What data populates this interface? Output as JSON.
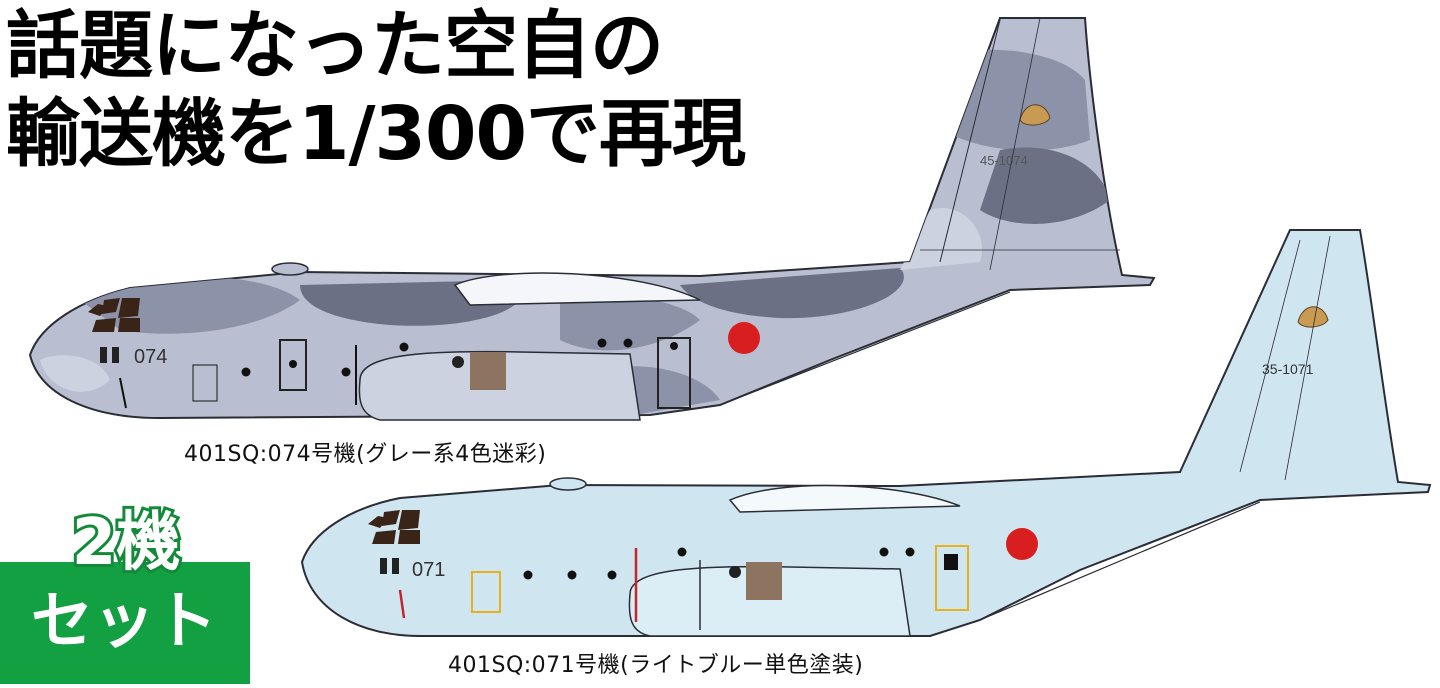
{
  "headline": {
    "line1": "話題になった空自の",
    "line2": "輸送機を1/300で再現"
  },
  "badge": {
    "count": "2機",
    "label": "セット"
  },
  "aircraft": [
    {
      "caption": "401SQ:074号機(グレー系4色迷彩)",
      "nose_number": "074",
      "tail_number": "45-1074",
      "scheme_colors": [
        "#b9bfd0",
        "#8c93a8",
        "#6b7085",
        "#cdd2e0"
      ]
    },
    {
      "caption": "401SQ:071号機(ライトブルー単色塗装)",
      "nose_number": "071",
      "tail_number": "35-1071",
      "scheme_colors": [
        "#cfe5f0"
      ]
    }
  ],
  "colors": {
    "hinomaru": "#d81e1e",
    "badge_green": "#13a043",
    "cargo_door": "#8c7460",
    "door_outline_yellow": "#e8b21e"
  }
}
